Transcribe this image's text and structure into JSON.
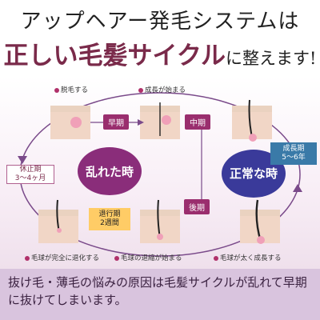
{
  "header": {
    "line1": "アップヘアー発毛システムは",
    "line2_big": "正しい毛髪サイクル",
    "line2_small": "に整えます!"
  },
  "nodes": {
    "top_left": "脱毛する",
    "top_mid": "成長が始まる",
    "bottom_left": "毛球が完全に退化する",
    "bottom_mid": "毛球の退縮が始まる",
    "bottom_right": "毛球が太く成長する"
  },
  "phases": {
    "early": "早期",
    "middle": "中期",
    "late": "後期"
  },
  "cycles": {
    "disordered": "乱れた時",
    "normal": "正常な時"
  },
  "stages": {
    "resting": "休止期\n3～4ヶ月",
    "regression": "退行期\n2週間",
    "growth": "成長期\n5～6年"
  },
  "footer": {
    "text": "抜け毛・薄毛の悩みの原因は毛髪サイクルが乱れて早期に抜けてしまいます。"
  },
  "colors": {
    "accent": "#9a2e6e",
    "disordered_circle": "#8a2d7a",
    "normal_circle": "#3a3a9a",
    "ring": "#7a4a8a"
  }
}
